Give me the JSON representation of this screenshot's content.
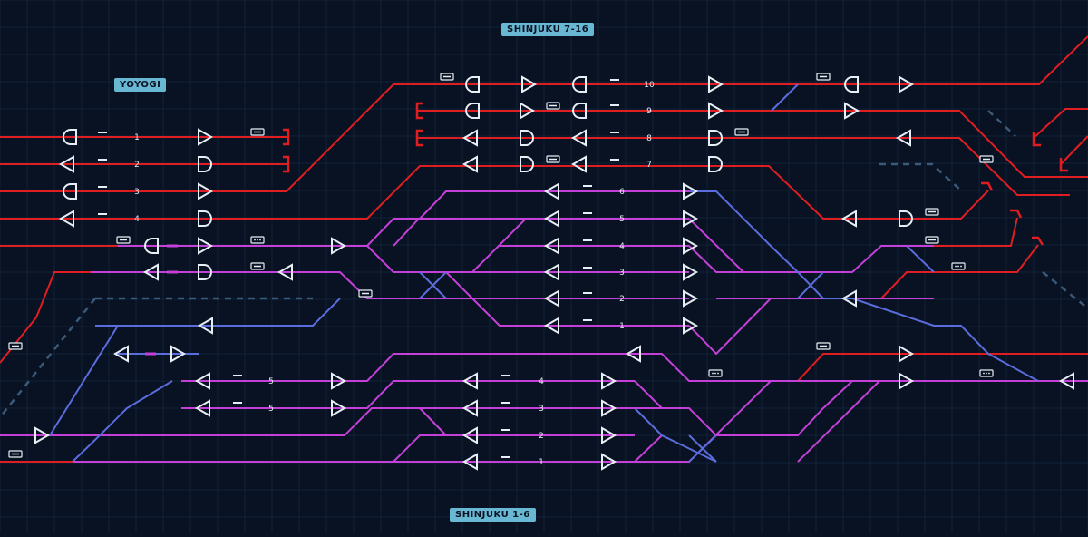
{
  "stations": {
    "top": "SHINJUKU 7-16",
    "left": "YOYOGI",
    "bottom": "SHINJUKU 1-6"
  },
  "tracks": {
    "yoyogi": [
      "1",
      "2",
      "3",
      "4"
    ],
    "upper": [
      "10",
      "9",
      "8",
      "7"
    ],
    "middle": [
      "6",
      "5",
      "4",
      "3",
      "2",
      "1"
    ],
    "lower_left": [
      "5",
      "5"
    ],
    "lower": [
      "4",
      "3",
      "2",
      "1"
    ]
  },
  "colors": {
    "background": "#081222",
    "grid": "#12233a",
    "red_line": "#e01e22",
    "magenta_line": "#c440d8",
    "blue_line": "#5b6cdc",
    "signal": "#e8eef6",
    "label_bg": "#69b8d3"
  }
}
